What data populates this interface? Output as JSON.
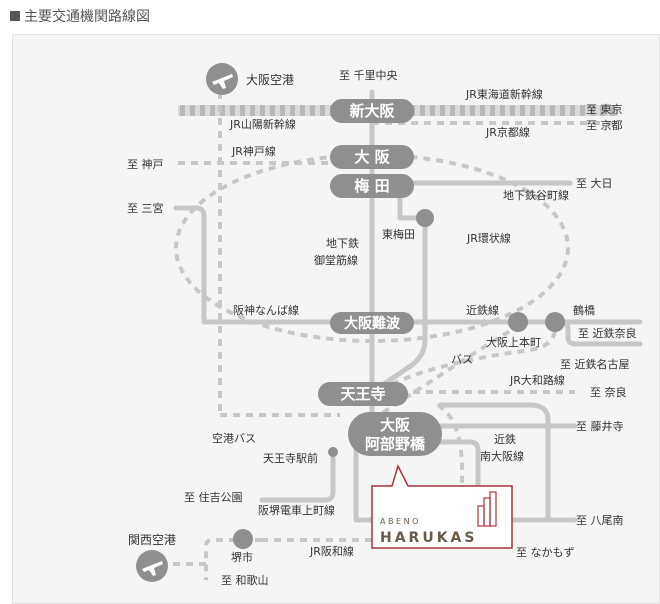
{
  "title": "主要交通機関路線図",
  "stations": {
    "shin_osaka": "新大阪",
    "osaka": "大 阪",
    "umeda": "梅 田",
    "namba": "大阪難波",
    "tennoji": "天王寺",
    "abeno_1": "大阪",
    "abeno_2": "阿部野橋",
    "higashi_umeda": "東梅田",
    "osaka_uehommachi": "大阪上本町",
    "tsuruhashi": "鶴橋",
    "tennoji_ekimae": "天王寺駅前",
    "sakai": "堺市"
  },
  "lines": {
    "jr_tokaido": "JR東海道新幹線",
    "jr_sanyo": "JR山陽新幹線",
    "jr_kyoto": "JR京都線",
    "jr_kobe": "JR神戸線",
    "tanimachi": "地下鉄谷町線",
    "midosuji_1": "地下鉄",
    "midosuji_2": "御堂筋線",
    "jr_loop": "JR環状線",
    "hanshin_namba": "阪神なんば線",
    "kintetsu": "近鉄線",
    "bus": "バス",
    "jr_yamatoji": "JR大和路線",
    "airport_bus": "空港バス",
    "kintetsu_minami_1": "近鉄",
    "kintetsu_minami_2": "南大阪線",
    "hankai": "阪堺電車上町線",
    "jr_hanwa": "JR阪和線"
  },
  "destinations": {
    "senri_chuo": "至 千里中央",
    "tokyo": "至 東京",
    "kyoto": "至 京都",
    "kobe": "至 神戸",
    "dainichi": "至 大日",
    "sannomiya": "至 三宮",
    "kintetsu_nara": "至 近鉄奈良",
    "kintetsu_nagoya": "至 近鉄名古屋",
    "nara": "至 奈良",
    "fujiidera": "至 藤井寺",
    "sumiyoshi_koen": "至 住吉公園",
    "yao_minami": "至 八尾南",
    "nakamozu": "至 なかもず",
    "wakayama": "至 和歌山"
  },
  "airports": {
    "itami": "大阪空港",
    "kansai": "関西空港"
  },
  "logo": {
    "top": "A B E N O",
    "bottom": "HARUKAS"
  },
  "colors": {
    "line": "#c7c7c7",
    "station_fill": "#8f8f8f",
    "logo_border": "#a9353a",
    "logo_text": "#6a5a4a"
  }
}
